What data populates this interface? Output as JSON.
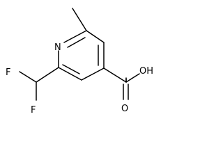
{
  "atoms": {
    "ring_nitrogen": "N",
    "fluorine_top": "F",
    "fluorine_bottom": "F",
    "carbonyl_oxygen": "O",
    "hydroxyl_group": "OH"
  }
}
